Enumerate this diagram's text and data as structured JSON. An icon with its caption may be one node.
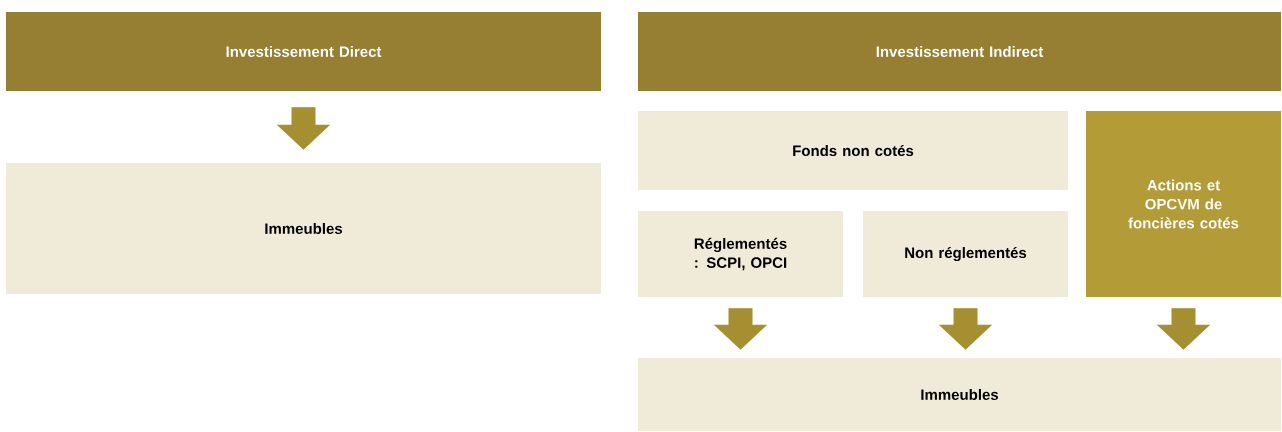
{
  "diagram": {
    "nodes": [
      {
        "text": [
          "Investissement Direct"
        ]
      },
      {
        "text": [
          "Immeubles"
        ]
      },
      {
        "text": [
          "Investissement Indirect"
        ]
      },
      {
        "text": [
          "Fonds non cotés"
        ]
      },
      {
        "text": [
          "Réglementés : SCPI, OPCI"
        ]
      },
      {
        "text": [
          "Non réglementés"
        ]
      },
      {
        "text": [
          "Actions et OPCVM de foncières cotés"
        ]
      },
      {
        "text": [
          "Immeubles"
        ]
      }
    ],
    "edges": [
      {
        "from": 0,
        "to": 1,
        "arrow": "to"
      },
      {
        "from": 4,
        "to": 7,
        "arrow": "to"
      },
      {
        "from": 5,
        "to": 7,
        "arrow": "to"
      },
      {
        "from": 6,
        "to": 7,
        "arrow": "to"
      }
    ]
  }
}
